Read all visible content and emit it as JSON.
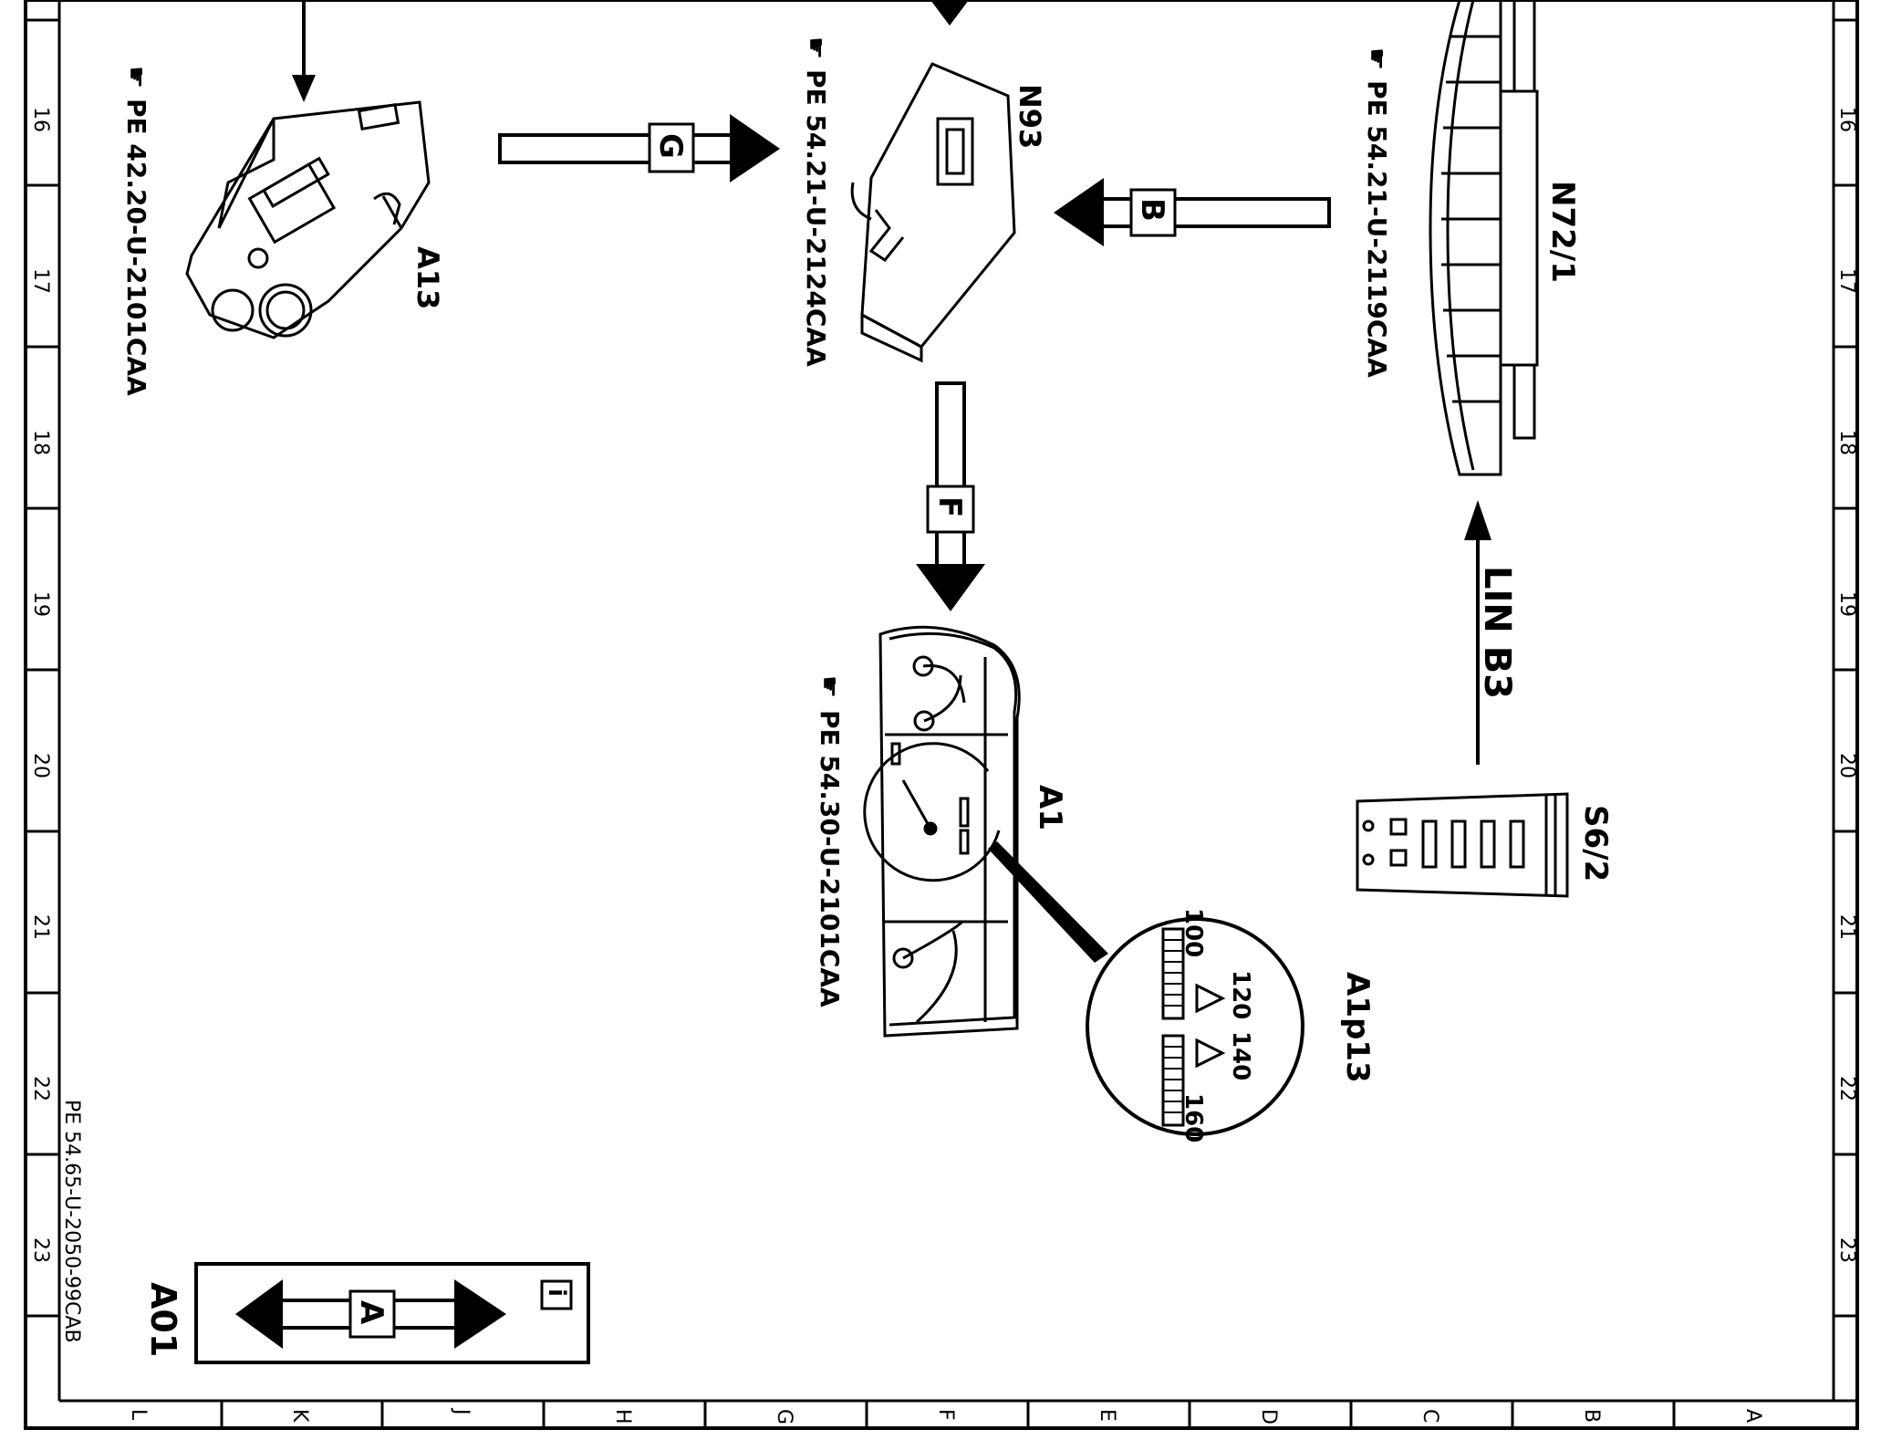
{
  "grid": {
    "rows": [
      "16",
      "17",
      "18",
      "19",
      "20",
      "21",
      "22",
      "23"
    ],
    "cols": [
      "L",
      "K",
      "J",
      "H",
      "G",
      "F",
      "E",
      "D",
      "C",
      "B",
      "A"
    ]
  },
  "components": {
    "a13": {
      "label": "A13",
      "ref": "PE 42.20-U-2101CAA"
    },
    "n93": {
      "label": "N93",
      "ref": "PE 54.21-U-2124CAA"
    },
    "n72": {
      "label": "N72/1",
      "ref": "PE 54.21-U-2119CAA"
    },
    "a1": {
      "label": "A1",
      "ref": "PE 54.30-U-2101CAA"
    },
    "a1p13": {
      "label": "A1p13",
      "values": [
        "100",
        "120",
        "140",
        "160"
      ]
    },
    "s62": {
      "label": "S6/2"
    }
  },
  "connections": {
    "g": "G",
    "b": "B",
    "f": "F",
    "lin": "LIN B3"
  },
  "legend": {
    "label": "A01",
    "letter": "A",
    "info": "i"
  },
  "doc_ref": "PE 54.65-U-2050-99CAB"
}
